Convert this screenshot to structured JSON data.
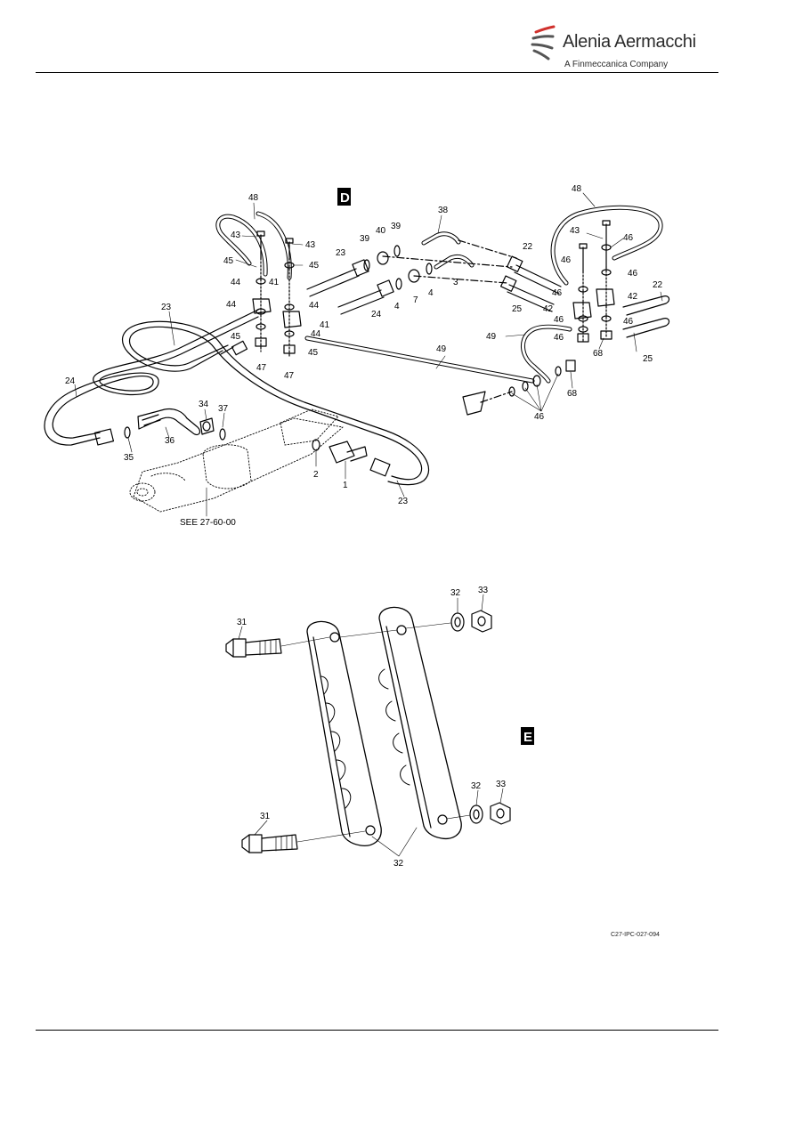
{
  "header": {
    "brand_name": "Alenia Aermacchi",
    "brand_subtitle": "A Finmeccanica Company",
    "logo_icon": "alenia-swoosh-icon",
    "accent_color": "#d0312d"
  },
  "views": {
    "d": "D",
    "e": "E"
  },
  "labels": {
    "l48a": "48",
    "l48b": "48",
    "l43a": "43",
    "l43b": "43",
    "l43c": "43",
    "l45a": "45",
    "l45b": "45",
    "l45c": "45",
    "l45d": "45",
    "l44a": "44",
    "l44b": "44",
    "l44c": "44",
    "l44d": "44",
    "l41a": "41",
    "l41b": "41",
    "l23a": "23",
    "l23b": "23",
    "l23c": "23",
    "l39a": "39",
    "l39b": "39",
    "l40": "40",
    "l38": "38",
    "l22a": "22",
    "l22b": "22",
    "l46a": "46",
    "l46b": "46",
    "l46c": "46",
    "l46d": "46",
    "l46e": "46",
    "l46f": "46",
    "l46g": "46",
    "l46h": "46",
    "l42a": "42",
    "l42b": "42",
    "l3": "3",
    "l4a": "4",
    "l4b": "4",
    "l7": "7",
    "l24a": "24",
    "l24b": "24",
    "l25a": "25",
    "l25b": "25",
    "l47a": "47",
    "l47b": "47",
    "l49a": "49",
    "l49b": "49",
    "l68a": "68",
    "l68b": "68",
    "l34": "34",
    "l37": "37",
    "l35": "35",
    "l36": "36",
    "l2": "2",
    "l1": "1",
    "see": "SEE 27-60-00",
    "l31a": "31",
    "l31b": "31",
    "l32a": "32",
    "l32b": "32",
    "l32c": "32",
    "l33a": "33",
    "l33b": "33"
  },
  "figure_ref": "C27-IPC-027-094"
}
